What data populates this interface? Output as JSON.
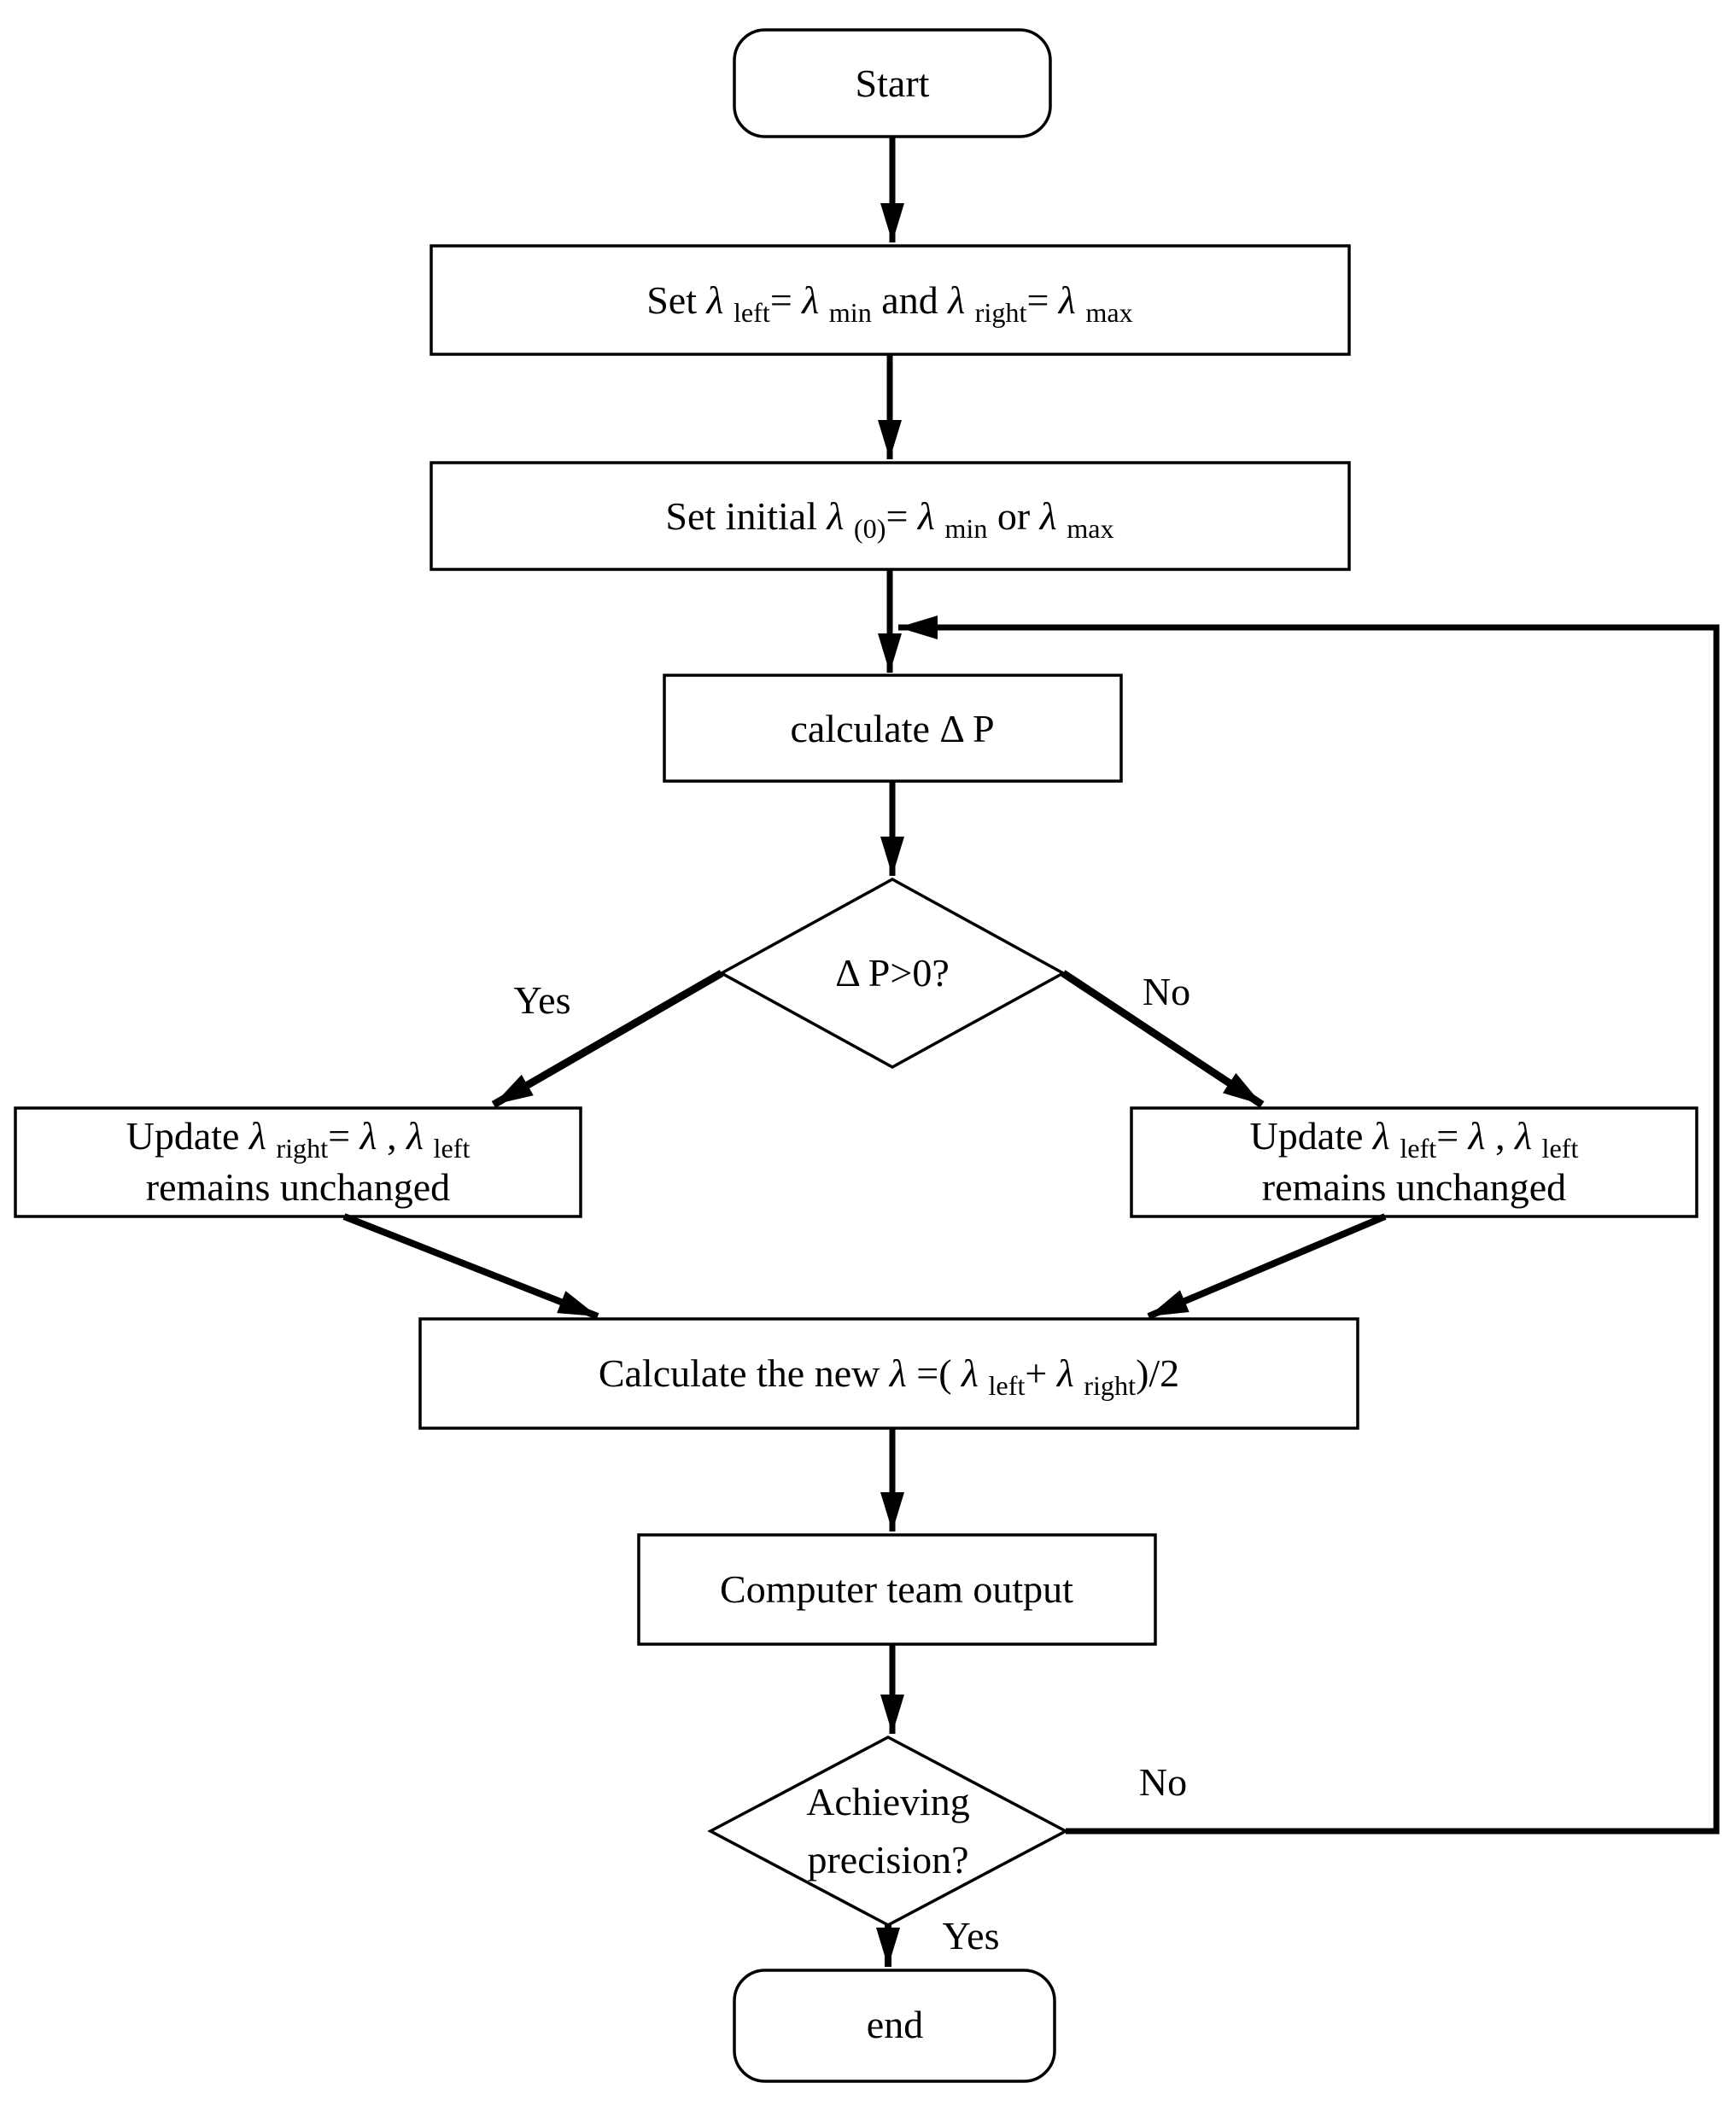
{
  "colors": {
    "line": "#000000",
    "background": "#ffffff",
    "text": "#000000"
  },
  "nodes": {
    "start": {
      "label": "Start",
      "shape": "rounded"
    },
    "set_bounds": {
      "shape": "rect",
      "lines": [
        [
          {
            "t": "Set "
          },
          {
            "t": "λ ",
            "it": true
          },
          {
            "t": "left",
            "sub": true
          },
          {
            "t": "= "
          },
          {
            "t": "λ ",
            "it": true
          },
          {
            "t": "min",
            "sub": true
          },
          {
            "t": " and "
          },
          {
            "t": "λ ",
            "it": true
          },
          {
            "t": "right",
            "sub": true
          },
          {
            "t": "= "
          },
          {
            "t": "λ ",
            "it": true
          },
          {
            "t": "max",
            "sub": true
          }
        ]
      ]
    },
    "set_initial": {
      "shape": "rect",
      "lines": [
        [
          {
            "t": "Set initial "
          },
          {
            "t": "λ ",
            "it": true
          },
          {
            "t": "(0)",
            "sub": true
          },
          {
            "t": "= "
          },
          {
            "t": "λ ",
            "it": true
          },
          {
            "t": "min",
            "sub": true
          },
          {
            "t": " or "
          },
          {
            "t": "λ ",
            "it": true
          },
          {
            "t": "max",
            "sub": true
          }
        ]
      ]
    },
    "calculate_dp": {
      "shape": "rect",
      "lines": [
        [
          {
            "t": "calculate Δ P"
          }
        ]
      ]
    },
    "decision_dp": {
      "shape": "diamond",
      "lines": [
        [
          {
            "t": "Δ P>0?"
          }
        ]
      ]
    },
    "update_right_box": {
      "shape": "rect",
      "lines": [
        [
          {
            "t": "Update "
          },
          {
            "t": "λ ",
            "it": true
          },
          {
            "t": "right",
            "sub": true
          },
          {
            "t": "= "
          },
          {
            "t": "λ",
            "it": true
          },
          {
            "t": " , "
          },
          {
            "t": "λ ",
            "it": true
          },
          {
            "t": "left",
            "sub": true
          }
        ],
        [
          {
            "t": "remains unchanged"
          }
        ]
      ]
    },
    "update_left_box": {
      "shape": "rect",
      "lines": [
        [
          {
            "t": "Update "
          },
          {
            "t": "λ ",
            "it": true
          },
          {
            "t": "left",
            "sub": true
          },
          {
            "t": "= "
          },
          {
            "t": "λ",
            "it": true
          },
          {
            "t": " , "
          },
          {
            "t": "λ ",
            "it": true
          },
          {
            "t": "left",
            "sub": true
          }
        ],
        [
          {
            "t": "remains unchanged"
          }
        ]
      ]
    },
    "calc_new": {
      "shape": "rect",
      "lines": [
        [
          {
            "t": "Calculate the new "
          },
          {
            "t": "λ ",
            "it": true
          },
          {
            "t": "=( "
          },
          {
            "t": "λ ",
            "it": true
          },
          {
            "t": "left",
            "sub": true
          },
          {
            "t": "+ "
          },
          {
            "t": "λ ",
            "it": true
          },
          {
            "t": "right",
            "sub": true
          },
          {
            "t": ")/2"
          }
        ]
      ]
    },
    "output": {
      "shape": "rect",
      "lines": [
        [
          {
            "t": "Computer team output"
          }
        ]
      ]
    },
    "decision_precision": {
      "shape": "diamond",
      "lines": [
        [
          {
            "t": "Achieving"
          }
        ],
        [
          {
            "t": "precision?"
          }
        ]
      ]
    },
    "end": {
      "label": "end",
      "shape": "rounded"
    }
  },
  "edge_labels": {
    "yes_dp": "Yes",
    "no_dp": "No",
    "no_precision": "No",
    "yes_precision": "Yes"
  }
}
